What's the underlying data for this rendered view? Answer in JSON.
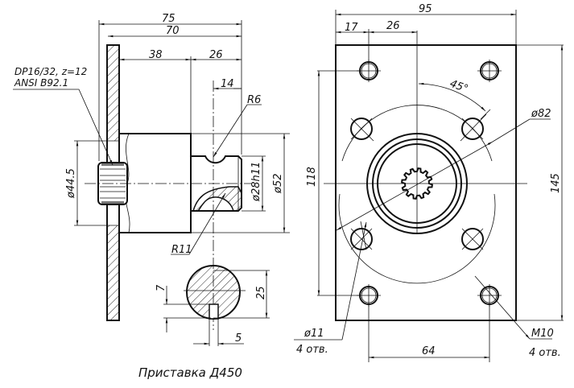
{
  "title": "Приставка Д450",
  "side_view": {
    "dims": {
      "overall_length": "75",
      "body_length": "70",
      "body_to_shaft": "38",
      "shaft_length": "26",
      "groove_offset": "14",
      "groove_radius": "R6",
      "shaft_diameter": "ø28h11",
      "body_diameter": "ø52",
      "spline_pilot_diameter": "ø44.5",
      "cutout_radius": "R11",
      "key_depth": "7",
      "section_diameter": "25",
      "key_width": "5"
    },
    "spline_note_line1": "DP16/32, z=12",
    "spline_note_line2": "ANSI B92.1"
  },
  "front_view": {
    "dims": {
      "plate_width": "95",
      "edge_to_hole": "17",
      "hole_to_center": "26",
      "angle": "45°",
      "bolt_circle": "ø82",
      "hole_vertical_spacing": "118",
      "plate_height": "145",
      "hole_horizontal_spacing": "64"
    },
    "hole_note_line1": "ø11",
    "hole_note_line2": "4 отв.",
    "thread_note_line1": "M10",
    "thread_note_line2": "4 отв."
  }
}
